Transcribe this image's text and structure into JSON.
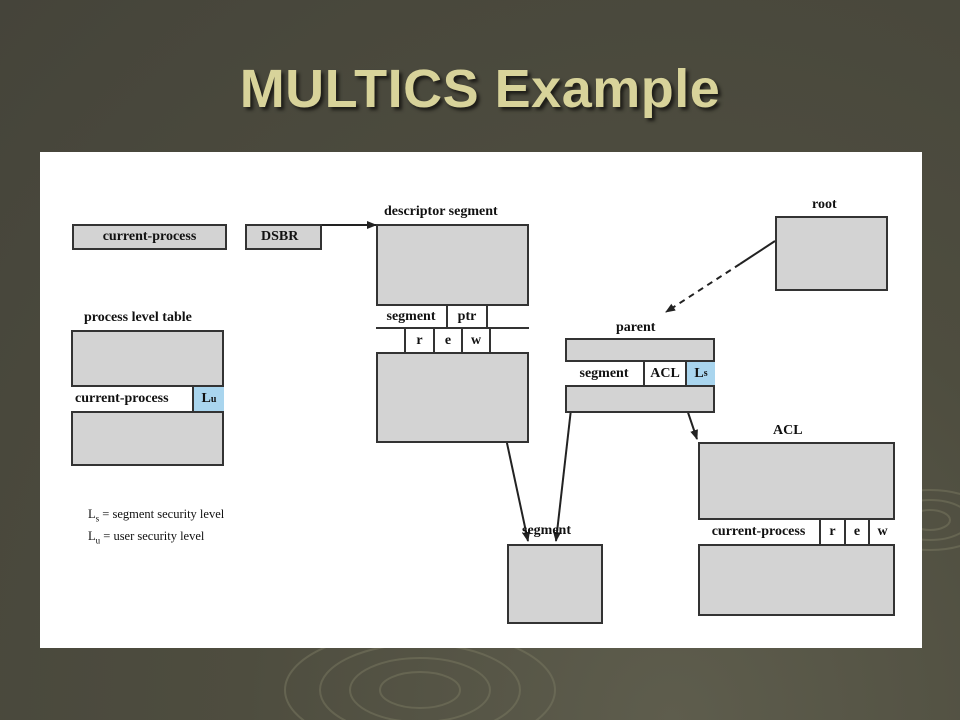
{
  "slide": {
    "title": "MULTICS Example"
  },
  "diagram": {
    "current_process_label": "current-process",
    "dsbr_label": "DSBR",
    "process_level_table": {
      "title": "process level table",
      "row": {
        "name": "current-process",
        "level": "L",
        "level_sub": "u"
      }
    },
    "descriptor_segment": {
      "title": "descriptor segment",
      "row1": {
        "segment": "segment",
        "ptr": "ptr"
      },
      "row2": {
        "r": "r",
        "e": "e",
        "w": "w"
      }
    },
    "root": {
      "title": "root"
    },
    "parent": {
      "title": "parent",
      "row": {
        "segment": "segment",
        "acl": "ACL",
        "level": "L",
        "level_sub": "s"
      }
    },
    "acl": {
      "title": "ACL",
      "row": {
        "name": "current-process",
        "r": "r",
        "e": "e",
        "w": "w"
      }
    },
    "segment": {
      "title": "segment"
    },
    "legend": {
      "ls": {
        "sym": "L",
        "sub": "s",
        "text": " = segment security level"
      },
      "lu": {
        "sym": "L",
        "sub": "u",
        "text": " = user security level"
      }
    }
  }
}
